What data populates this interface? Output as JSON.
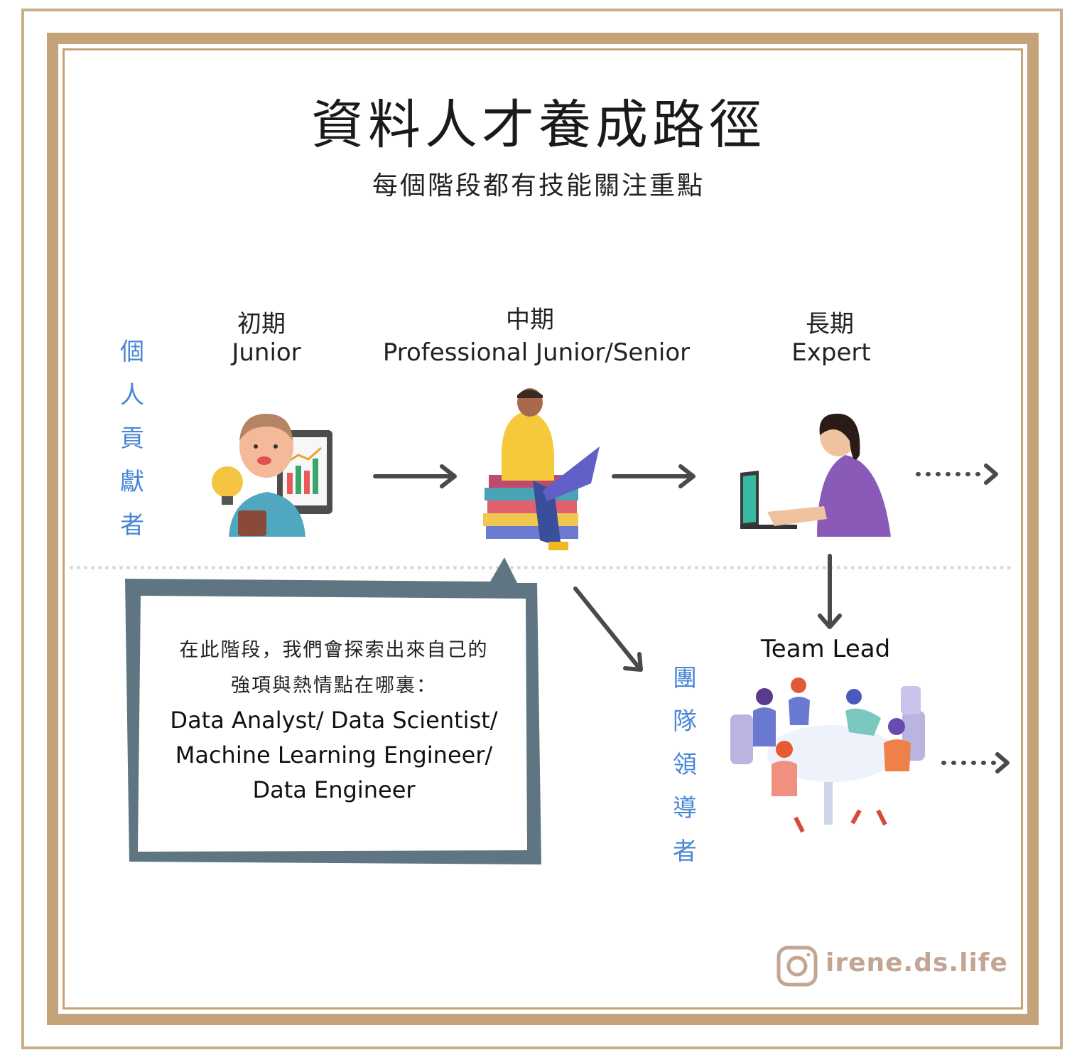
{
  "header": {
    "title": "資料人才養成路徑",
    "subtitle": "每個階段都有技能關注重點"
  },
  "stages": [
    {
      "zh": "初期",
      "en": "Junior"
    },
    {
      "zh": "中期",
      "en": "Professional Junior/Senior"
    },
    {
      "zh": "長期",
      "en": "Expert"
    }
  ],
  "tracks": {
    "individual": [
      "個",
      "人",
      "貢",
      "獻",
      "者"
    ],
    "leadership": [
      "團",
      "隊",
      "領",
      "導",
      "者"
    ],
    "team_lead_label": "Team Lead"
  },
  "callout": {
    "zh_lines": [
      "在此階段，我們會探索出來自己的",
      "強項與熱情點在哪裏："
    ],
    "en_lines": [
      "Data Analyst/ Data Scientist/",
      "Machine Learning Engineer/",
      "Data Engineer"
    ]
  },
  "brand": {
    "handle": "irene.ds.life",
    "icon": "instagram-icon"
  },
  "colors": {
    "frame": "#c4a27a",
    "track_label": "#4a86d6",
    "arrow": "#4a4a4a",
    "callout_border": "#5f7582",
    "brand": "#c3a594"
  }
}
